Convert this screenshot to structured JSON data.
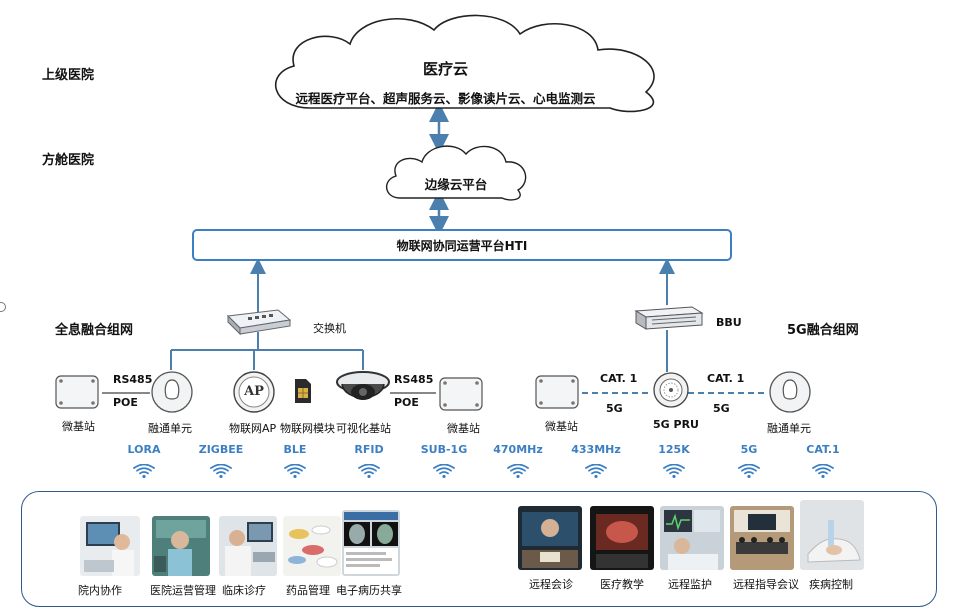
{
  "tiers": {
    "upper": "上级医院",
    "cabin": "方舱医院",
    "holo": "全息融合组网",
    "fiveg": "5G融合组网"
  },
  "medical_cloud": {
    "title": "医疗云",
    "subtitle": "远程医疗平台、超声服务云、影像读片云、心电监测云"
  },
  "edge_cloud": {
    "title": "边缘云平台"
  },
  "iot_platform": {
    "title": "物联网协同运营平台HTI"
  },
  "devices": {
    "switch": "交换机",
    "bbu": "BBU",
    "micro_base_1": "微基站",
    "fusion_unit_1": "融通单元",
    "iot_ap": "物联网AP",
    "ap_glyph": "AP",
    "iot_module": "物联网模块",
    "visual_base": "可视化基站",
    "micro_base_2": "微基站",
    "micro_base_3": "微基站",
    "prru": "5G PRU",
    "fusion_unit_2": "融通单元"
  },
  "links": {
    "rs485_left": "RS485",
    "poe_left": "POE",
    "rs485_right": "RS485",
    "poe_right": "POE",
    "cat1_left": "CAT. 1",
    "fiveg_left": "5G",
    "cat1_right": "CAT. 1",
    "fiveg_right": "5G"
  },
  "frequencies": [
    "LORA",
    "ZIGBEE",
    "BLE",
    "RFID",
    "SUB-1G",
    "470MHz",
    "433MHz",
    "125K",
    "5G",
    "CAT.1"
  ],
  "applications_left": [
    "院内协作",
    "医院运营管理",
    "临床诊疗",
    "药品管理",
    "电子病历共享"
  ],
  "applications_right": [
    "远程会诊",
    "医疗教学",
    "远程监护",
    "远程指导会议",
    "疾病控制"
  ],
  "colors": {
    "accent": "#3c7fc2",
    "arrow": "#4a7fae",
    "border": "#2f5a8a"
  }
}
